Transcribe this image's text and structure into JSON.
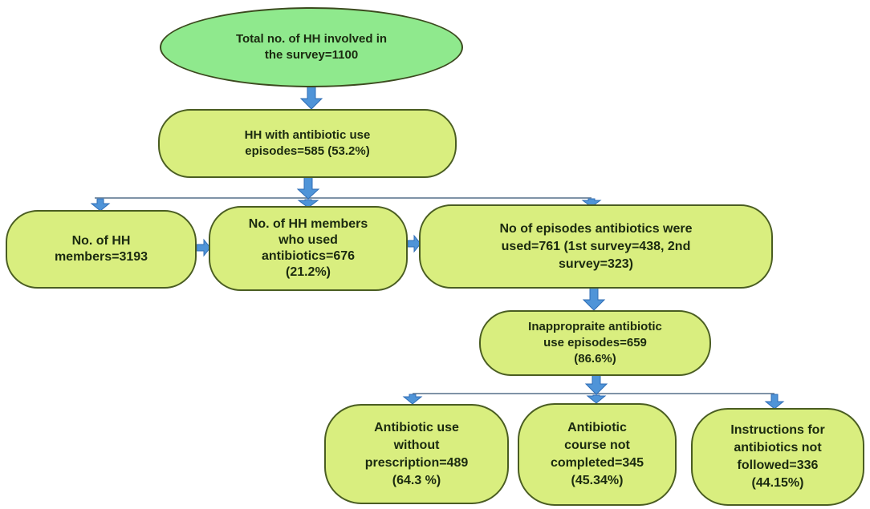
{
  "colors": {
    "ellipse_fill": "#8fe98d",
    "ellipse_border": "#3c4a1f",
    "box_fill": "#d9ee7f",
    "box_border": "#4a5d22",
    "text": "#1b2a10",
    "arrow_fill": "#4f94d8",
    "arrow_stroke": "#2f6db5",
    "connector_line": "#7f93a7"
  },
  "nodes": {
    "total_hh": {
      "lines": [
        "Total no. of HH involved in",
        "the survey=1100"
      ]
    },
    "hh_antibiotic_use": {
      "lines": [
        "HH with antibiotic use",
        "episodes=585 (53.2%)"
      ]
    },
    "hh_members": {
      "lines": [
        "No. of HH",
        "members=3193"
      ]
    },
    "members_who_used": {
      "lines": [
        "No. of HH members",
        "who used",
        "antibiotics=676",
        "(21.2%)"
      ]
    },
    "episodes_used": {
      "lines": [
        "No of episodes antibiotics were",
        "used=761 (1st survey=438, 2nd",
        "survey=323)"
      ]
    },
    "inappropriate_use": {
      "lines": [
        "Inappropraite antibiotic",
        "use episodes=659",
        "(86.6%)"
      ]
    },
    "without_prescription": {
      "lines": [
        "Antibiotic use",
        "without",
        "prescription=489",
        "(64.3 %)"
      ]
    },
    "course_not_completed": {
      "lines": [
        "Antibiotic",
        "course not",
        "completed=345",
        "(45.34%)"
      ]
    },
    "instructions_not_followed": {
      "lines": [
        "Instructions for",
        "antibiotics not",
        "followed=336",
        "(44.15%)"
      ]
    }
  }
}
